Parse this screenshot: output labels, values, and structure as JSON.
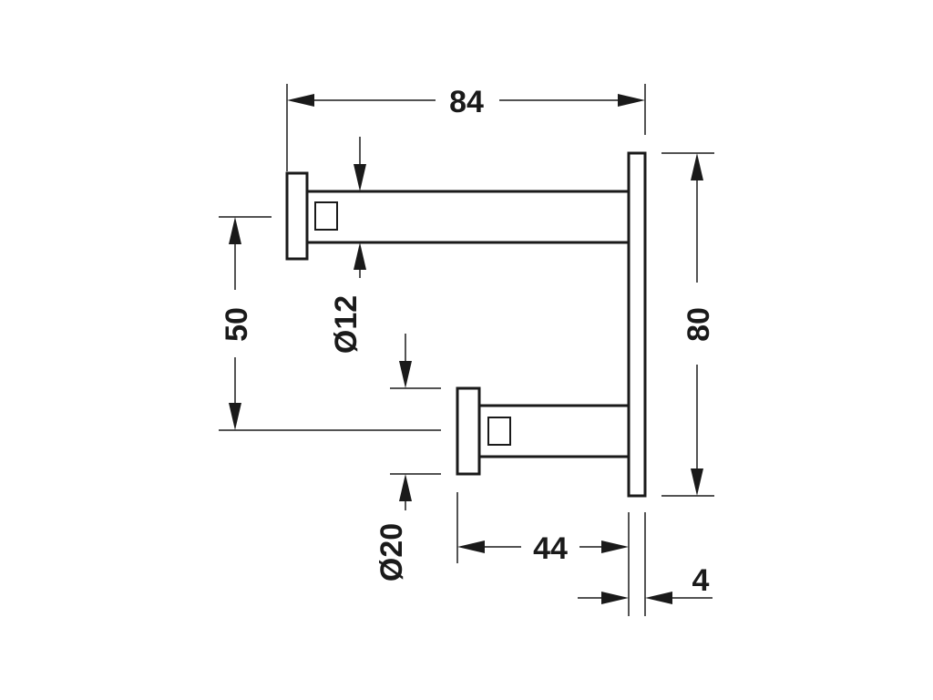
{
  "dimensions": {
    "overall_depth": "84",
    "plate_height": "80",
    "arm_spacing": "50",
    "upper_arm_diameter": "Ø12",
    "lower_arm_diameter": "Ø20",
    "lower_arm_length": "44",
    "plate_thickness": "4"
  }
}
